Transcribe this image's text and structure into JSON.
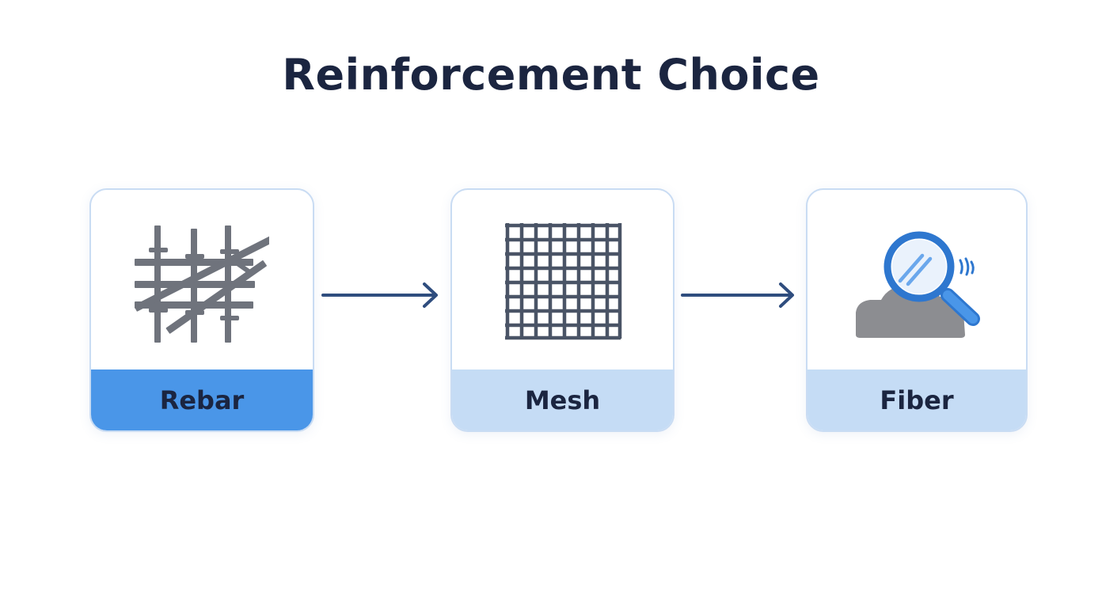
{
  "title": "Reinforcement Choice",
  "colors": {
    "title_text": "#1b2540",
    "card_border": "#c9dcf3",
    "selected_band": "#4a96e8",
    "unselected_band": "#c5dcf5",
    "arrow": "#2f4d7e",
    "metal_gray": "#6f737c",
    "mesh_lines": "#4a5466",
    "magnifier_blue": "#2e77cf",
    "ground_gray": "#8c8d91"
  },
  "options": [
    {
      "label": "Rebar",
      "icon": "rebar-icon",
      "selected": true
    },
    {
      "label": "Mesh",
      "icon": "mesh-icon",
      "selected": false
    },
    {
      "label": "Fiber",
      "icon": "fiber-magnifier-icon",
      "selected": false
    }
  ],
  "connectors": [
    {
      "from": "Rebar",
      "to": "Mesh",
      "icon": "arrow-right-icon"
    },
    {
      "from": "Mesh",
      "to": "Fiber",
      "icon": "arrow-right-icon"
    }
  ]
}
